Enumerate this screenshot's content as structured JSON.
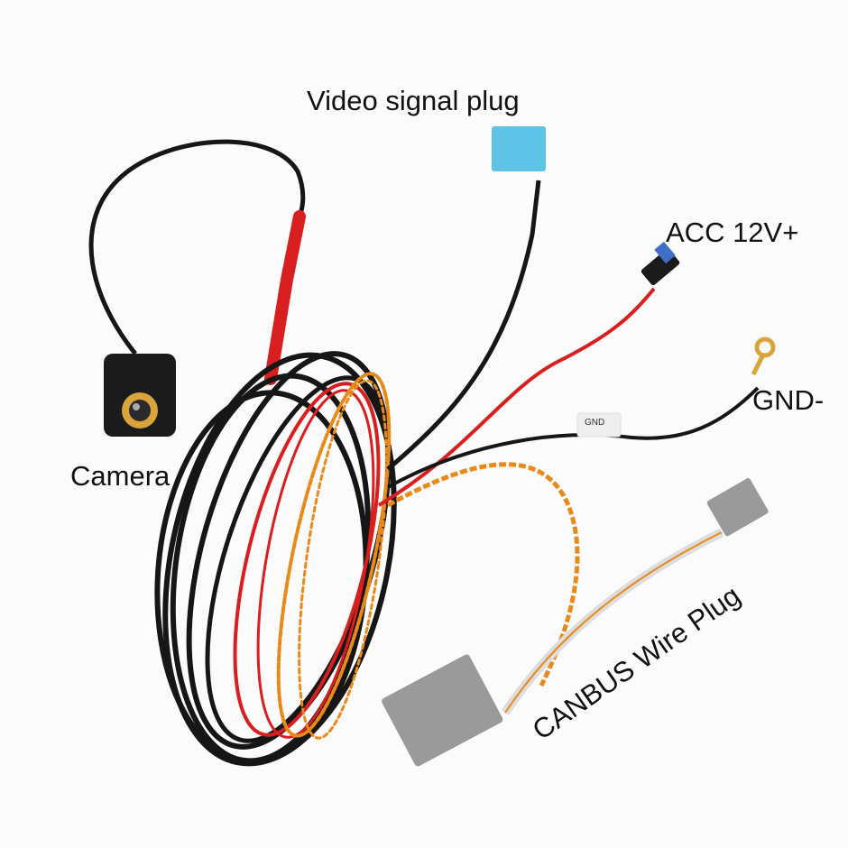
{
  "labels": {
    "video_signal_plug": "Video signal plug",
    "acc": "ACC 12V+",
    "gnd": "GND-",
    "camera": "Camera",
    "canbus": "CANBUS Wire Plug",
    "gnd_tag": "GND"
  },
  "colors": {
    "cable_black": "#161616",
    "cable_red": "#d81e1e",
    "cable_orange": "#e88a1a",
    "plug_blue": "#5ec3e6",
    "plug_gray": "#9a9a9a",
    "camera_lens_gold": "#d9a53a"
  }
}
